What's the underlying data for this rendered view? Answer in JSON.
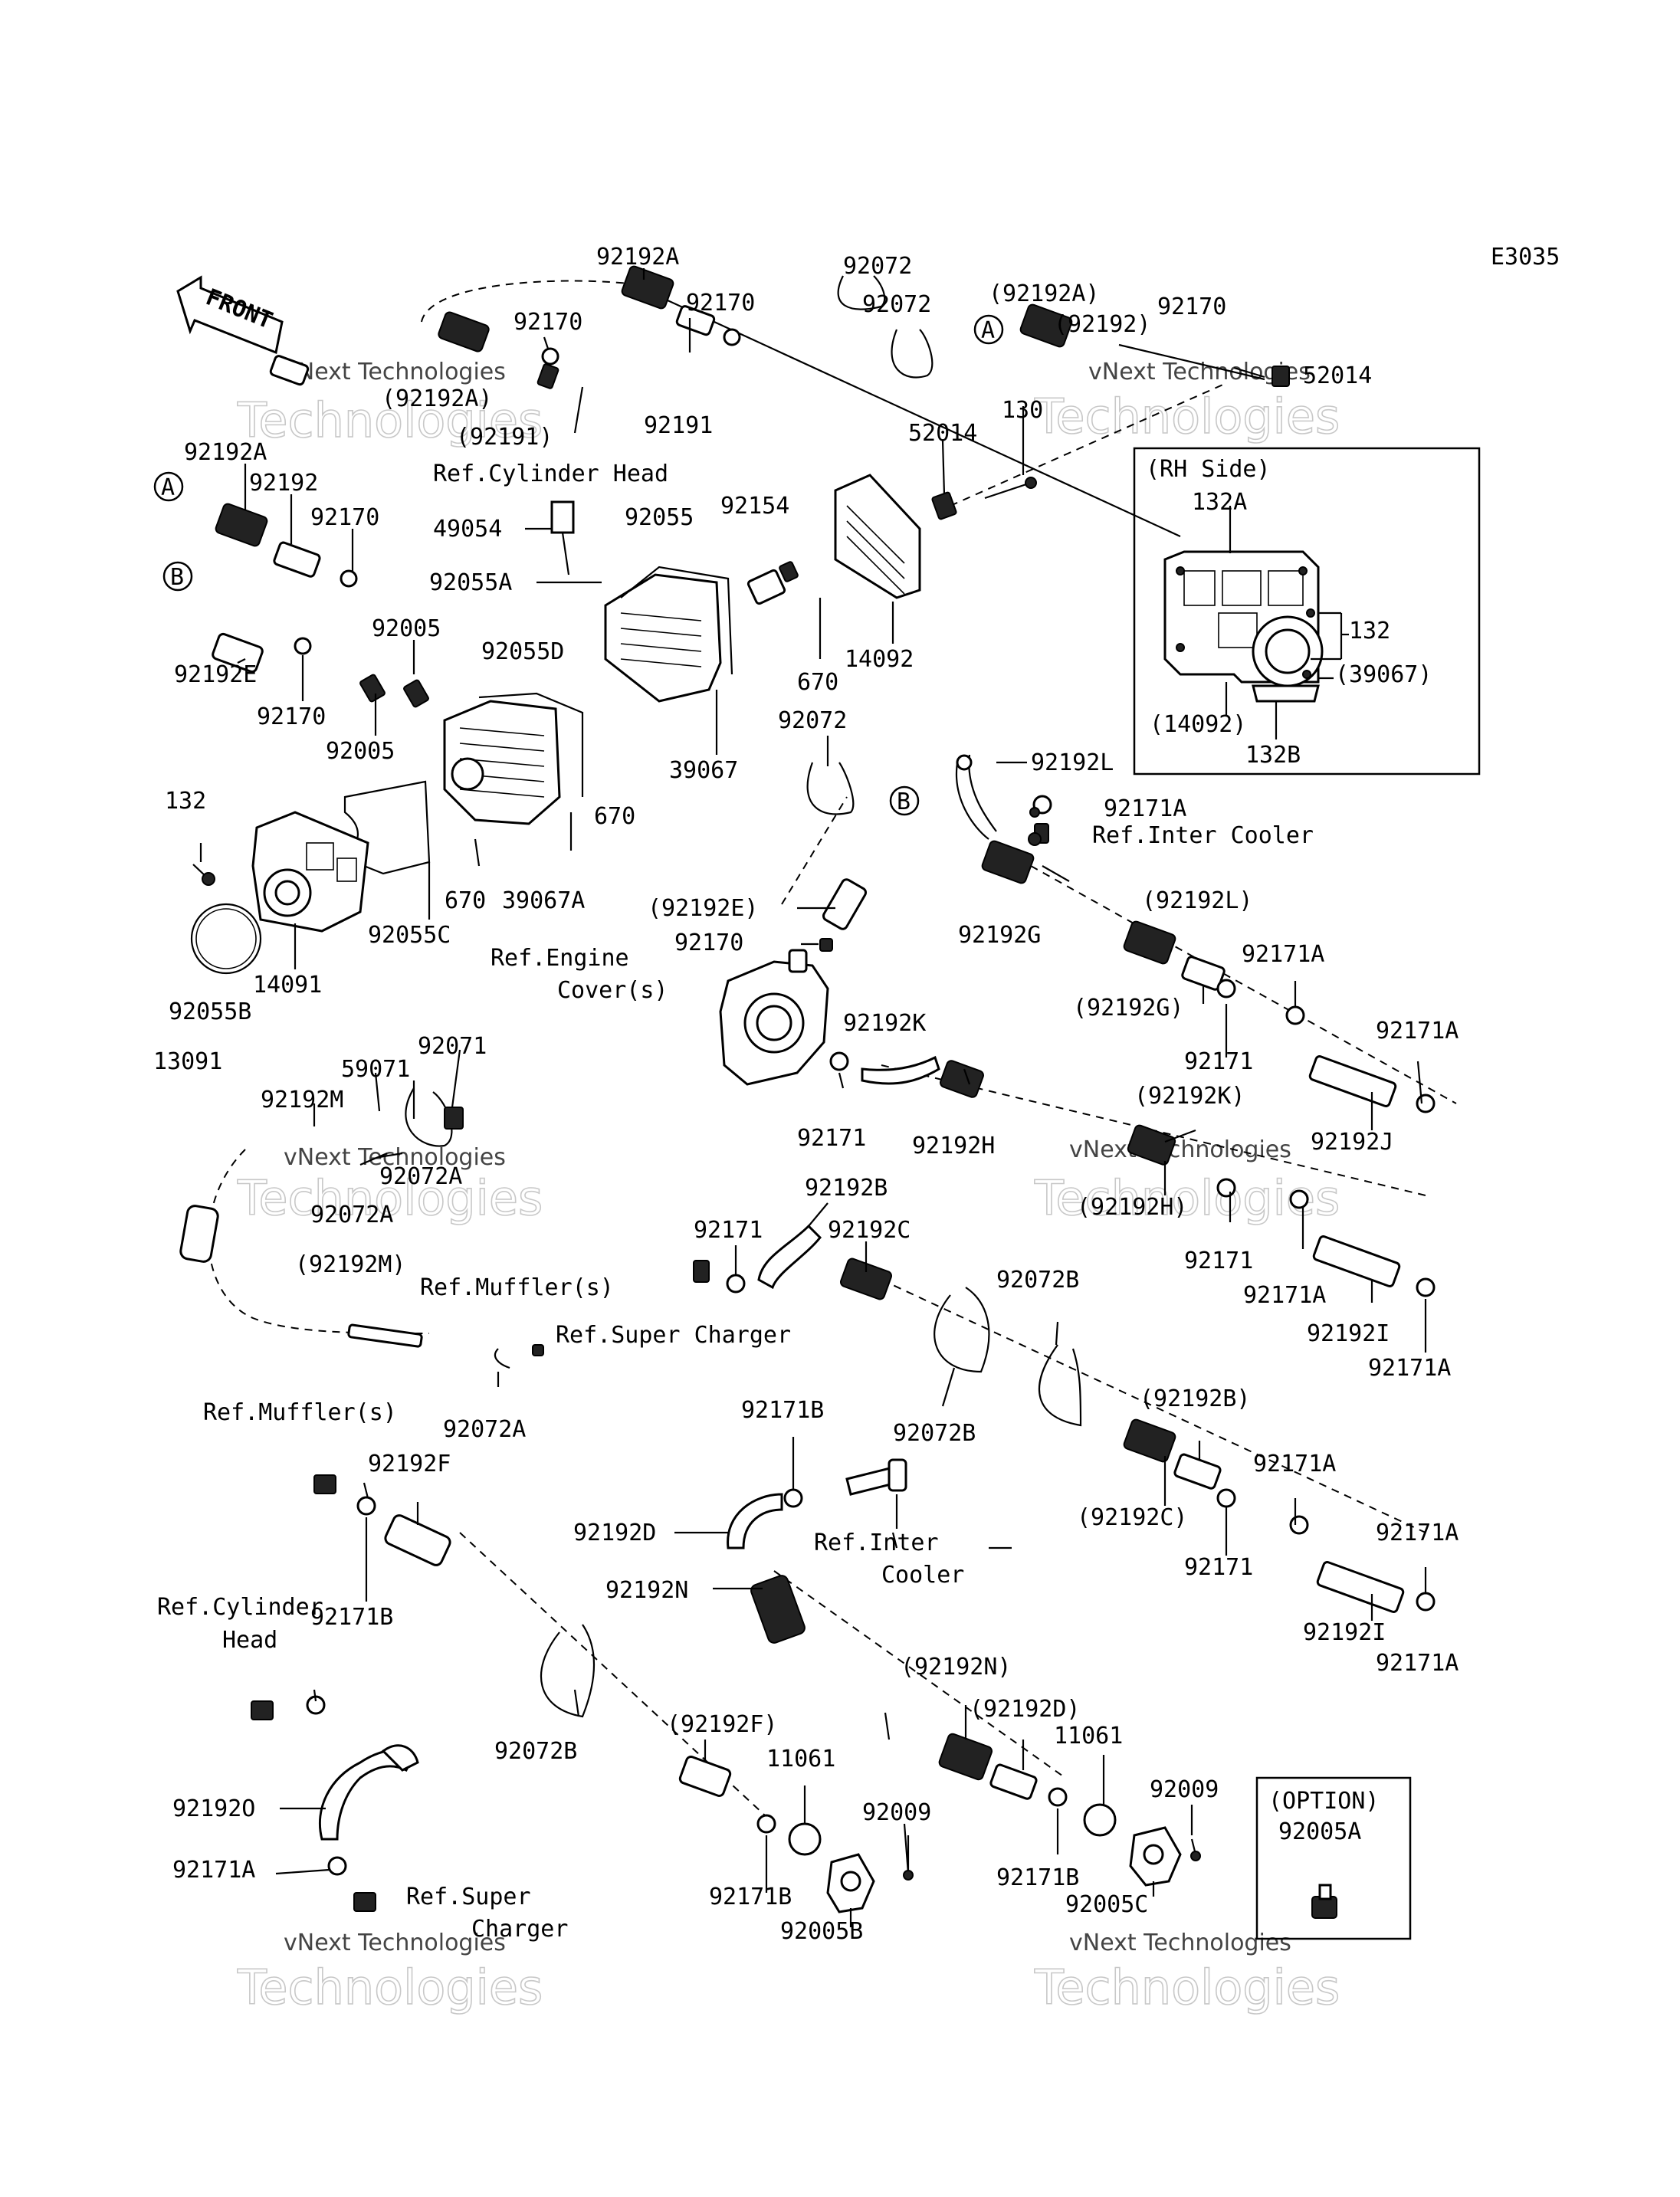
{
  "diagram_code": "E3035",
  "front_arrow": {
    "label": "FRONT",
    "icon": "front-arrow-icon"
  },
  "watermark": {
    "line1": "vNext Technologies",
    "line2": "Technologies"
  },
  "inset": {
    "title": "(RH Side)"
  },
  "option": {
    "title": "(OPTION)",
    "part": "92005A"
  },
  "refs": {
    "cylinder_head_top": "Ref.Cylinder Head",
    "inter_cooler_top": "Ref.Inter Cooler",
    "engine_cover_1": "Ref.Engine",
    "engine_cover_2": "Cover(s)",
    "muffler_mid": "Ref.Muffler(s)",
    "super_charger_mid": "Ref.Super Charger",
    "muffler_low": "Ref.Muffler(s)",
    "inter_cooler_low_1": "Ref.Inter",
    "inter_cooler_low_2": "Cooler",
    "cylinder_head_low_1": "Ref.Cylinder",
    "cylinder_head_low_2": "Head",
    "super_charger_low_1": "Ref.Super",
    "super_charger_low_2": "Charger"
  },
  "callouts": {
    "A": "A",
    "B": "B"
  },
  "parts": [
    "92192A",
    "92170",
    "92072",
    "92072",
    "(92192A)",
    "92170",
    "(92192)",
    "52014",
    "(92192A)",
    "(92191)",
    "92170",
    "92191",
    "52014",
    "130",
    "92192A",
    "92192",
    "92170",
    "49054",
    "92055",
    "92154",
    "92055A",
    "92005",
    "92055D",
    "92192E",
    "92170",
    "92005",
    "670",
    "14092",
    "39067",
    "132A",
    "132",
    "(39067)",
    "(14092)",
    "132B",
    "92072",
    "670",
    "132",
    "670",
    "39067A",
    "92192L",
    "92171A",
    "92055C",
    "14091",
    "92055B",
    "(92192E)",
    "92170",
    "92192G",
    "(92192L)",
    "92171A",
    "(92192G)",
    "92171",
    "92171A",
    "13091",
    "92071",
    "59071",
    "92192M",
    "92192K",
    "92171",
    "92192H",
    "(92192K)",
    "92192J",
    "92072A",
    "92072A",
    "(92192H)",
    "92192B",
    "92171",
    "92192C",
    "92171",
    "92171A",
    "92192I",
    "92171A",
    "(92192M)",
    "92072B",
    "92072A",
    "92072B",
    "92171B",
    "(92192B)",
    "92171A",
    "92192F",
    "92192D",
    "(92192C)",
    "92171B",
    "92192N",
    "92171",
    "92171A",
    "92192I",
    "92171A",
    "(92192N)",
    "(92192D)",
    "11061",
    "(92192F)",
    "11061",
    "92009",
    "92072B",
    "92192O",
    "92009",
    "92171A",
    "92171B",
    "92005B",
    "92171B",
    "92005C"
  ]
}
